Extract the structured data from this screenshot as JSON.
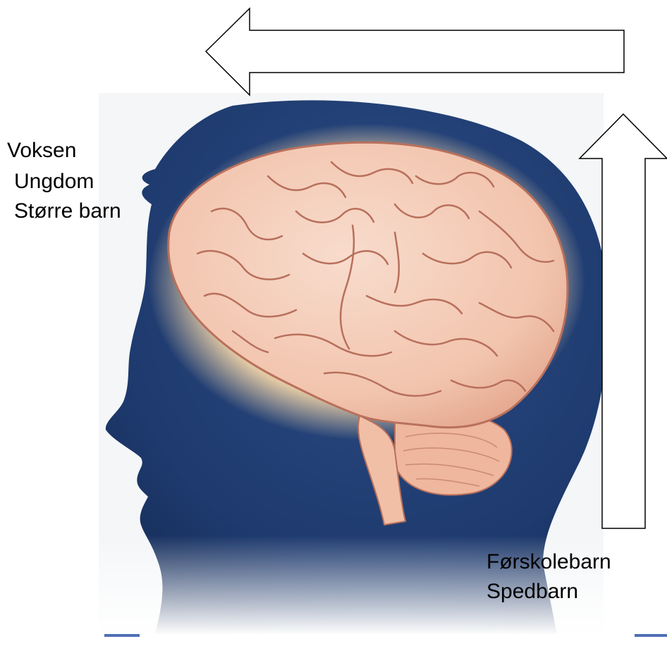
{
  "stages": {
    "older": [
      "Voksen",
      "Ungdom",
      "Større barn"
    ],
    "younger": [
      "Førskolebarn",
      "Spedbarn"
    ]
  },
  "colors": {
    "head_silhouette": "#1e3a6e",
    "brain": "#f2c4ad",
    "brain_folds": "#b8705c",
    "arrow_stroke": "#000000",
    "arrow_fill": "#ffffff",
    "accent_line": "#4f6fb5"
  },
  "icons": {
    "left_arrow": "arrow-left-outline",
    "up_arrow": "arrow-up-outline"
  }
}
